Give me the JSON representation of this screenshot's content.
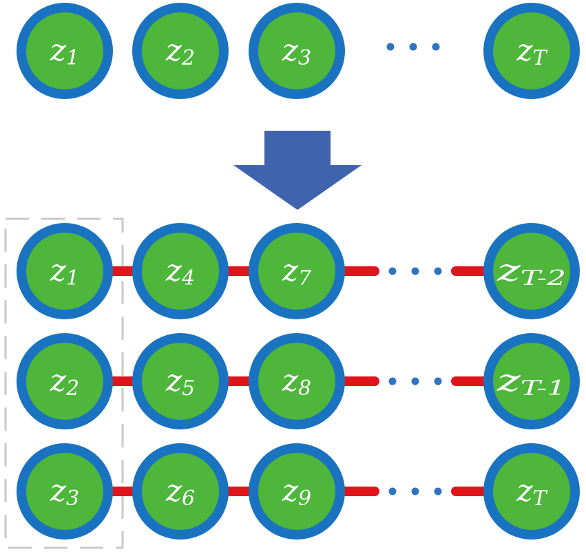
{
  "colors": {
    "node_fill": "#4db63b",
    "node_ring": "#1a73c0",
    "label": "#ffffff",
    "arrow": "#3f63ad",
    "link": "#e0141b",
    "dots": "#2e74c2",
    "dashed_box": "#c8c8c8"
  },
  "top_row": [
    {
      "var": "z",
      "sub": "1"
    },
    {
      "var": "z",
      "sub": "2"
    },
    {
      "var": "z",
      "sub": "3"
    },
    {
      "var": "z",
      "sub": "T"
    }
  ],
  "groups": [
    [
      {
        "var": "z",
        "sub": "1"
      },
      {
        "var": "z",
        "sub": "4"
      },
      {
        "var": "z",
        "sub": "7"
      },
      {
        "var": "z",
        "sub": "T-2"
      }
    ],
    [
      {
        "var": "z",
        "sub": "2"
      },
      {
        "var": "z",
        "sub": "5"
      },
      {
        "var": "z",
        "sub": "8"
      },
      {
        "var": "z",
        "sub": "T-1"
      }
    ],
    [
      {
        "var": "z",
        "sub": "3"
      },
      {
        "var": "z",
        "sub": "6"
      },
      {
        "var": "z",
        "sub": "9"
      },
      {
        "var": "z",
        "sub": "T"
      }
    ]
  ],
  "icons": {
    "transform_arrow": "down-arrow-icon",
    "ellipsis": "ellipsis-icon"
  }
}
